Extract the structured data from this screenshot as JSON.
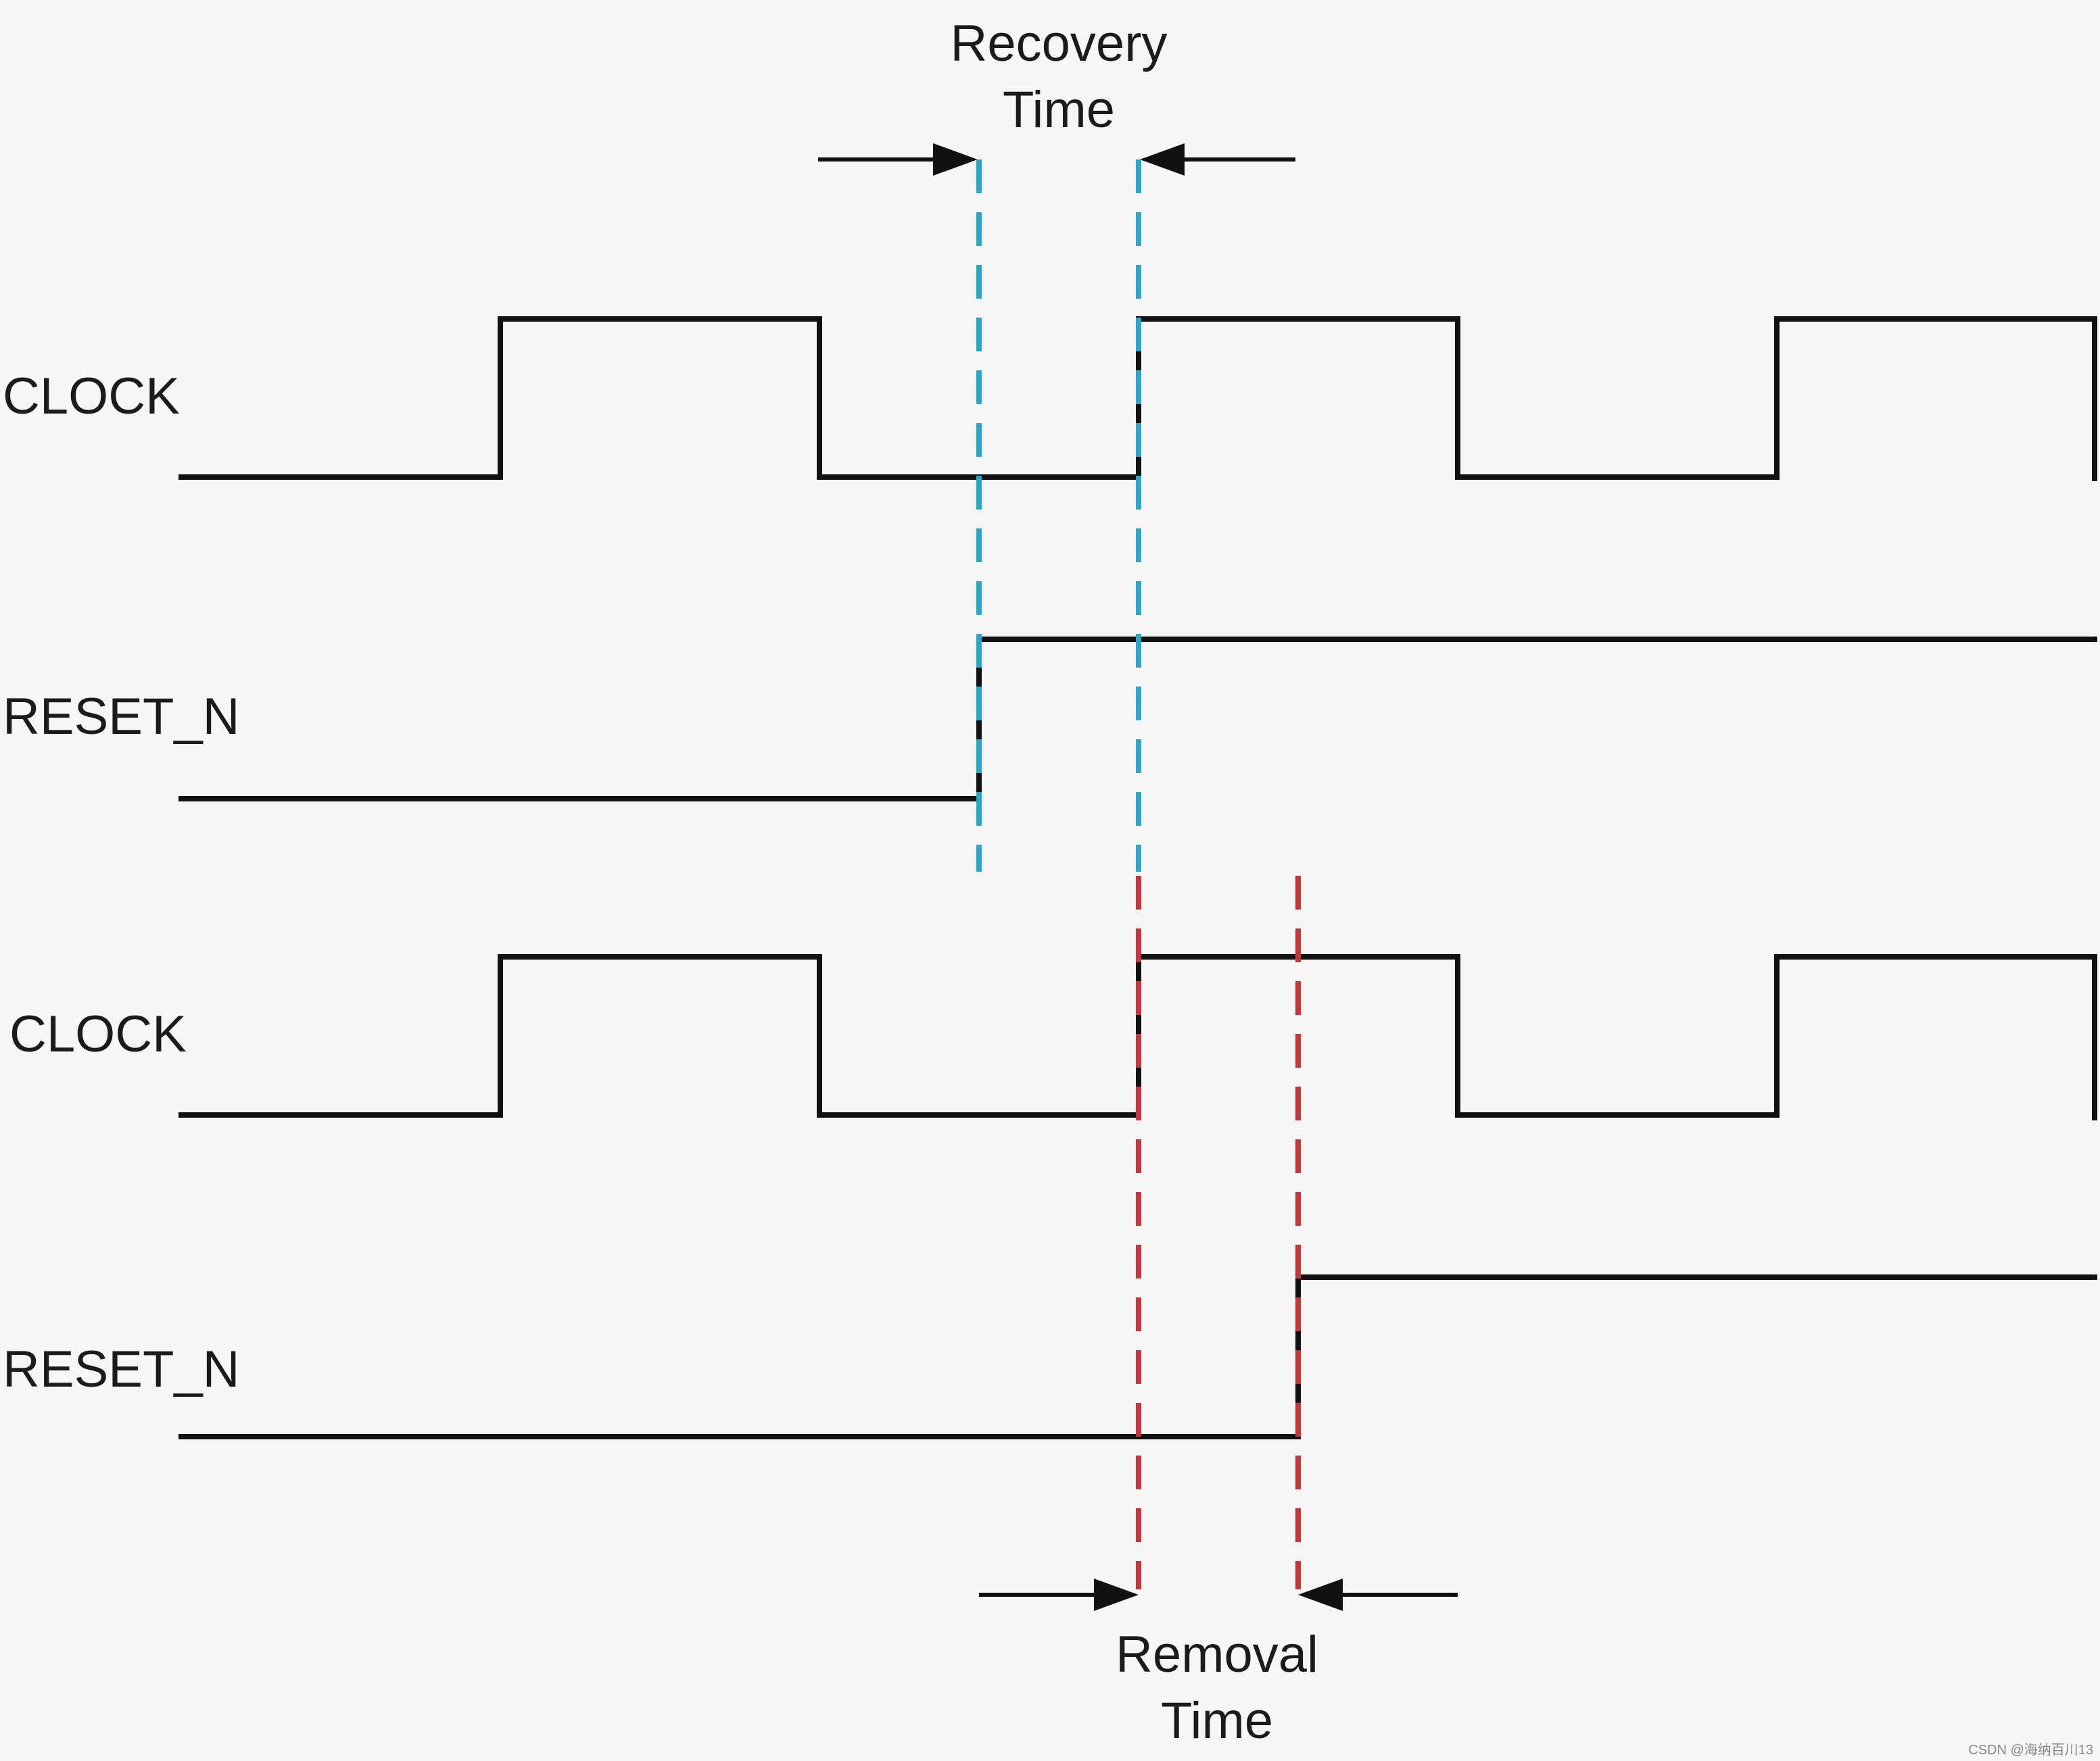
{
  "diagram": {
    "labels": {
      "clock_top": "CLOCK",
      "reset_top": "RESET_N",
      "clock_bottom": "CLOCK",
      "reset_bottom": "RESET_N"
    },
    "recovery": {
      "line1": "Recovery",
      "line2": "Time"
    },
    "removal": {
      "line1": "Removal",
      "line2": "Time"
    },
    "watermark": "CSDN @海纳百川13",
    "colors": {
      "background": "#f6f6f6",
      "waveform": "#111111",
      "recovery_marker": "#2aa7cf",
      "removal_marker": "#c8353a"
    }
  }
}
